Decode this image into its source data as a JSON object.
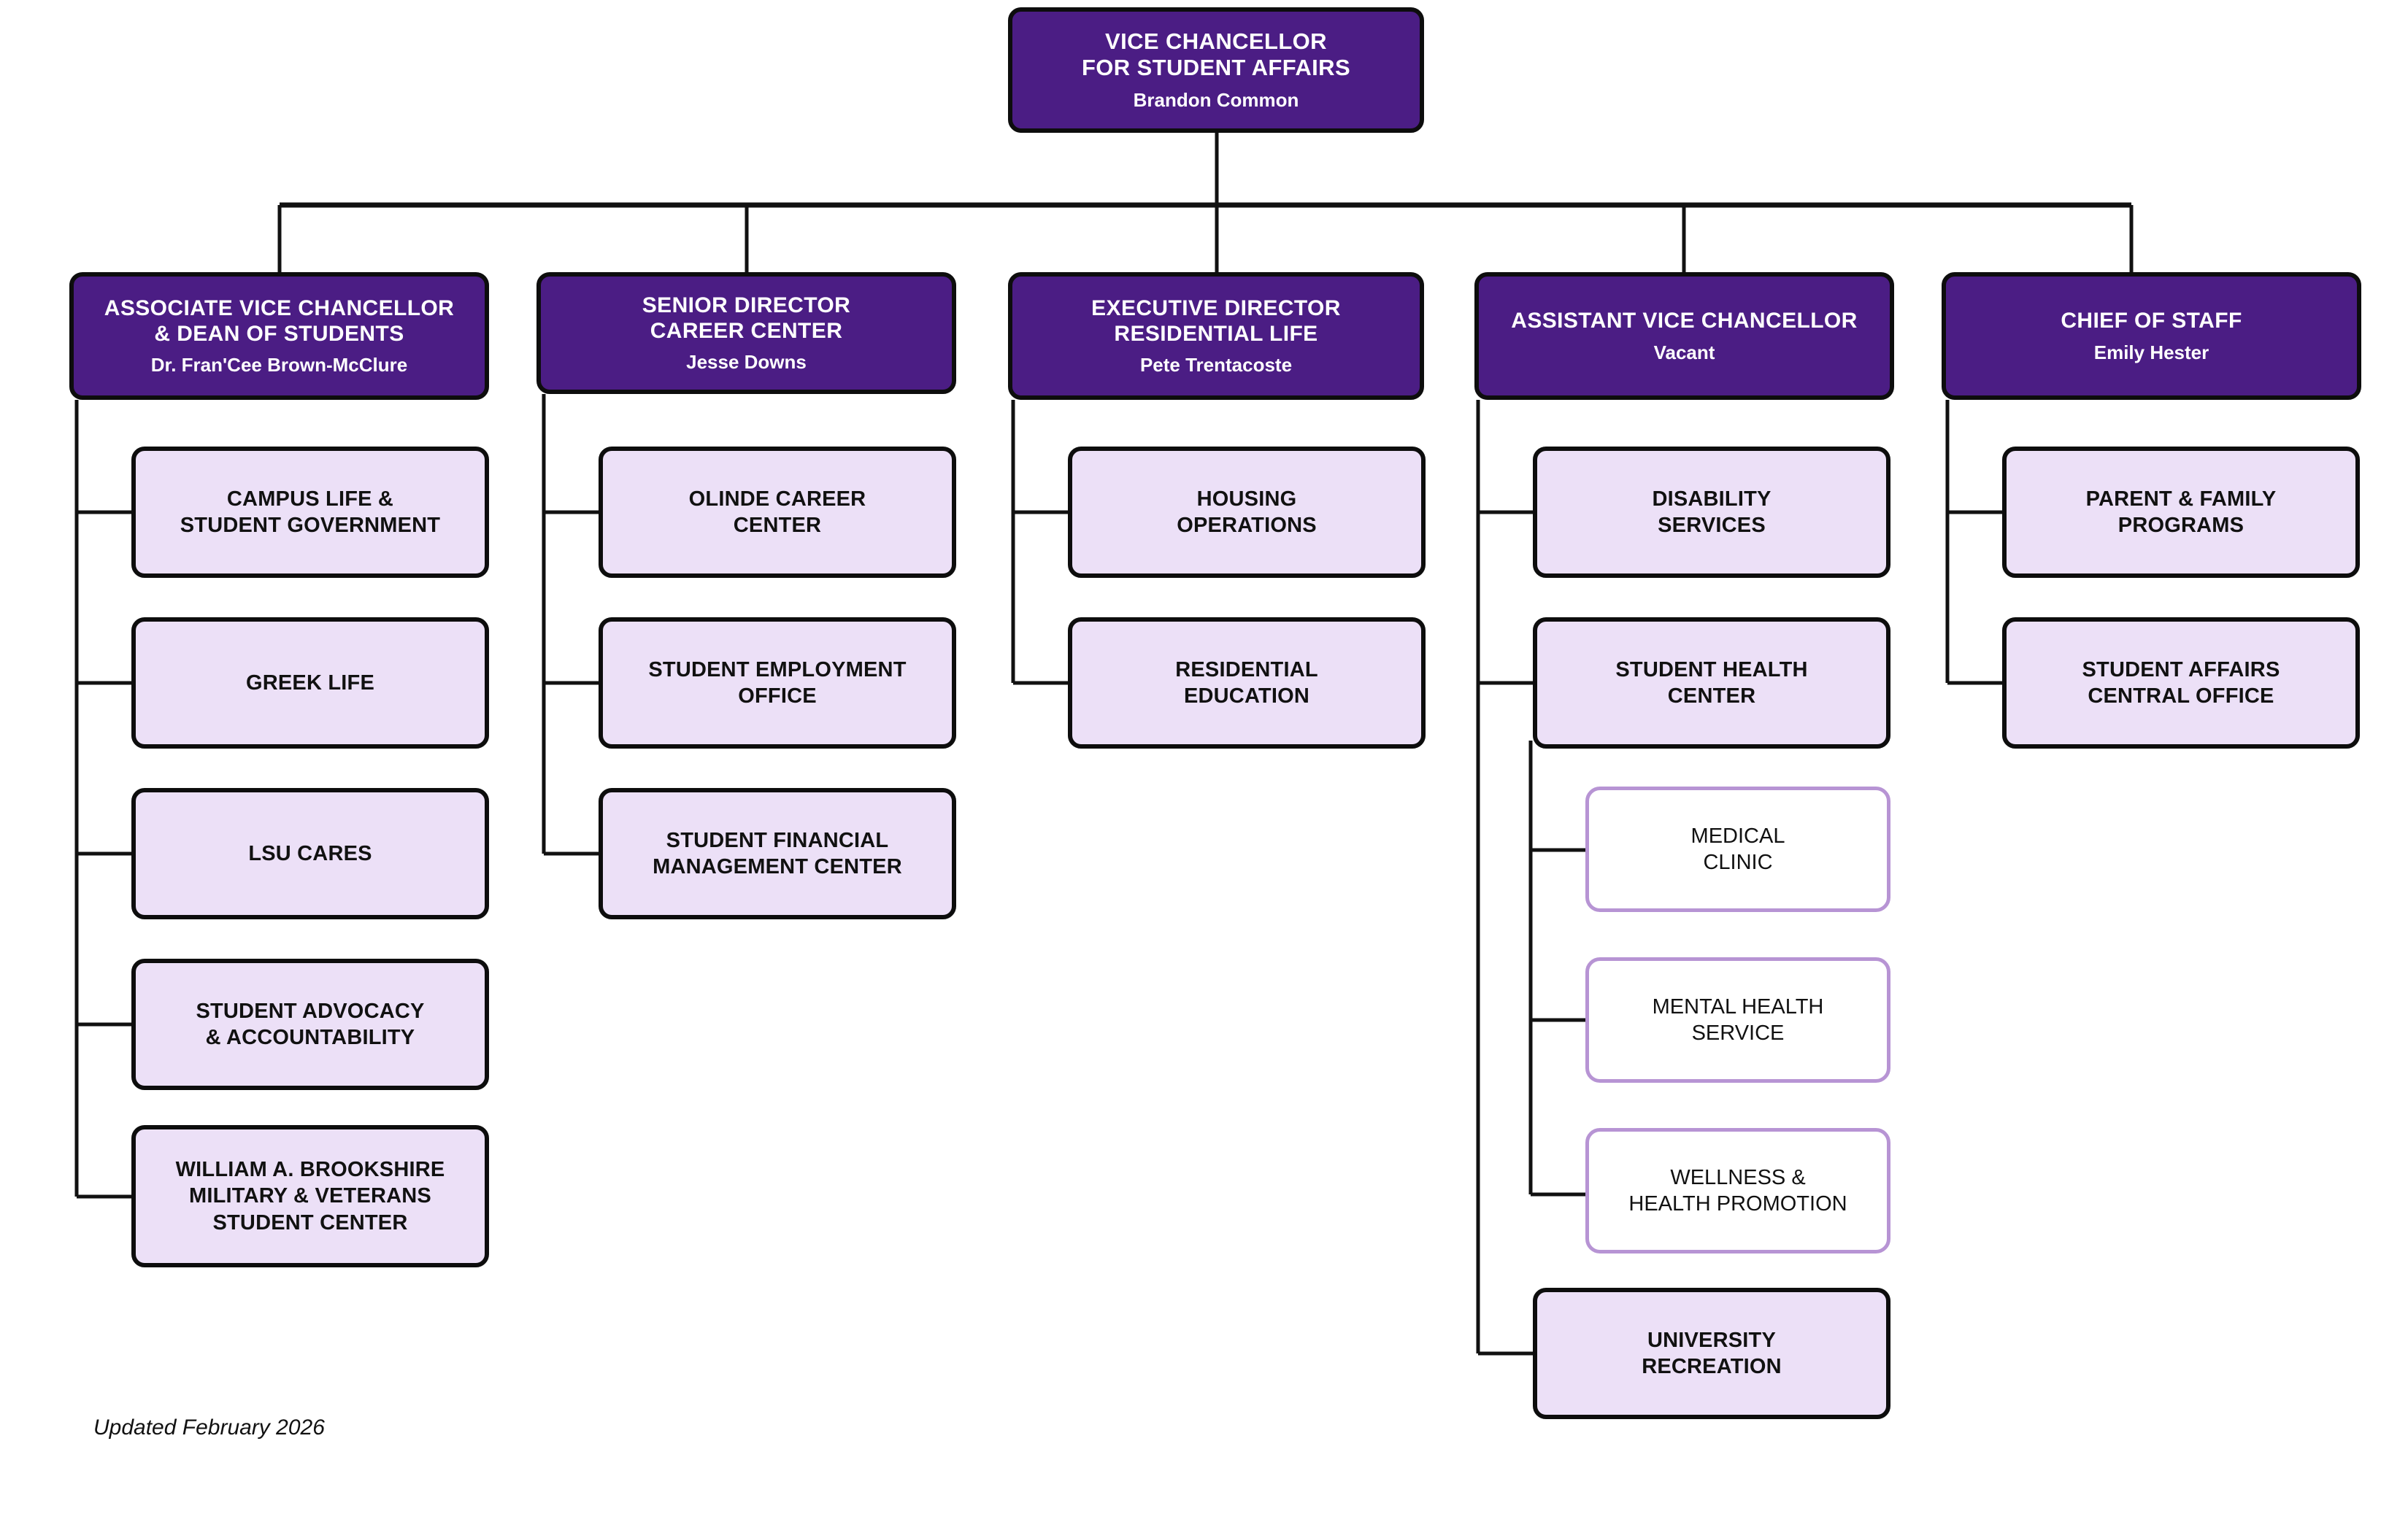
{
  "colors": {
    "exec_fill": "#4B1D84",
    "unit_fill": "#ece0f7",
    "sub_border": "#b794d4",
    "line": "#111111",
    "background": "#ffffff",
    "exec_text": "#ffffff",
    "unit_text": "#111111"
  },
  "footer": {
    "text": "Updated February 2026"
  },
  "root": {
    "title_line1": "VICE CHANCELLOR",
    "title_line2": "FOR STUDENT AFFAIRS",
    "person": "Brandon Common"
  },
  "divisions": [
    {
      "title_line1": "ASSOCIATE VICE CHANCELLOR",
      "title_line2": "& DEAN OF STUDENTS",
      "person": "Dr. Fran'Cee Brown-McClure",
      "units": [
        {
          "line1": "CAMPUS LIFE &",
          "line2": "STUDENT GOVERNMENT"
        },
        {
          "line1": "GREEK LIFE",
          "line2": ""
        },
        {
          "line1": "LSU CARES",
          "line2": ""
        },
        {
          "line1": "STUDENT ADVOCACY",
          "line2": "& ACCOUNTABILITY"
        },
        {
          "line1": "WILLIAM A. BROOKSHIRE",
          "line2": "MILITARY & VETERANS",
          "line3": "STUDENT CENTER"
        }
      ]
    },
    {
      "title_line1": "SENIOR DIRECTOR",
      "title_line2": "CAREER CENTER",
      "person": "Jesse Downs",
      "units": [
        {
          "line1": "OLINDE CAREER",
          "line2": "CENTER"
        },
        {
          "line1": "STUDENT EMPLOYMENT",
          "line2": "OFFICE"
        },
        {
          "line1": "STUDENT FINANCIAL",
          "line2": "MANAGEMENT CENTER"
        }
      ]
    },
    {
      "title_line1": "EXECUTIVE DIRECTOR",
      "title_line2": "RESIDENTIAL LIFE",
      "person": "Pete Trentacoste",
      "units": [
        {
          "line1": "HOUSING",
          "line2": "OPERATIONS"
        },
        {
          "line1": "RESIDENTIAL",
          "line2": "EDUCATION"
        }
      ]
    },
    {
      "title_line1": "ASSISTANT VICE CHANCELLOR",
      "title_line2": "",
      "person": "Vacant",
      "units": [
        {
          "line1": "DISABILITY",
          "line2": "SERVICES"
        },
        {
          "line1": "STUDENT HEALTH",
          "line2": "CENTER"
        },
        {
          "line1": "UNIVERSITY",
          "line2": "RECREATION"
        }
      ],
      "subunits": [
        {
          "line1": "MEDICAL",
          "line2": "CLINIC"
        },
        {
          "line1": "MENTAL HEALTH",
          "line2": "SERVICE"
        },
        {
          "line1": "WELLNESS &",
          "line2": "HEALTH PROMOTION"
        }
      ]
    },
    {
      "title_line1": "CHIEF OF STAFF",
      "title_line2": "",
      "person": "Emily Hester",
      "units": [
        {
          "line1": "PARENT & FAMILY",
          "line2": "PROGRAMS"
        },
        {
          "line1": "STUDENT AFFAIRS",
          "line2": "CENTRAL OFFICE"
        }
      ]
    }
  ]
}
